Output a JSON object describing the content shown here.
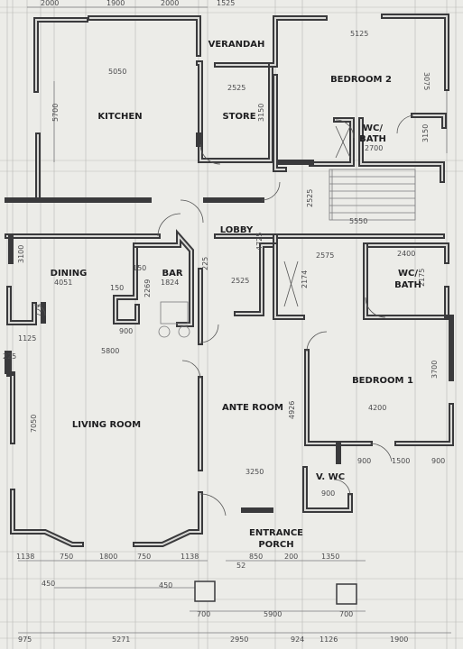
{
  "rooms": {
    "verandah": "VERANDAH",
    "bedroom2": "BEDROOM 2",
    "kitchen": "KITCHEN",
    "store": "STORE",
    "wc_bath_top_1": "WC/",
    "wc_bath_top_2": "BATH",
    "lobby": "LOBBY",
    "dining": "DINING",
    "bar": "BAR",
    "wc_bath_mid_1": "WC/",
    "wc_bath_mid_2": "BATH",
    "bedroom1": "BEDROOM 1",
    "ante_room": "ANTE ROOM",
    "living_room": "LIVING ROOM",
    "v_wc": "V. WC",
    "entrance_porch_1": "ENTRANCE",
    "entrance_porch_2": "PORCH"
  },
  "dims": {
    "top_1": "2000",
    "top_2": "1900",
    "top_3": "2000",
    "top_4": "1525",
    "kitchen_w": "5050",
    "kitchen_h": "5700",
    "bedroom2_w": "5125",
    "bedroom2_h": "3075",
    "store_w": "2525",
    "store_h": "3150",
    "bath_top_w": "2700",
    "bath_top_h": "3150",
    "stair_h": "2525",
    "lobby_w": "5550",
    "lobby_h": "4725",
    "dining_w": "4051",
    "dining_h": "3100",
    "bar_w": "1824",
    "bar_h": "2269",
    "bar_150a": "150",
    "bar_150b": "150",
    "bar_225": "225",
    "dining_725": "725",
    "lobby_2525": "2525",
    "wc_2575": "2575",
    "wc_2400": "2400",
    "wc_2174": "2174",
    "wc_2175": "2175",
    "left_1125": "1125",
    "dim_900a": "900",
    "living_5800": "5800",
    "left_225": "225",
    "bedroom1_w": "4200",
    "bedroom1_h": "3700",
    "living_h": "7050",
    "ante_h": "4926",
    "ante_w": "3250",
    "b1_900a": "900",
    "b1_1500": "1500",
    "b1_900b": "900",
    "vwc_900": "900",
    "bot_1138a": "1138",
    "bot_750a": "750",
    "bot_1800": "1800",
    "bot_750b": "750",
    "bot_1138b": "1138",
    "porch_850": "850",
    "porch_200": "200",
    "porch_1350": "1350",
    "porch_52": "52",
    "row2_450a": "450",
    "row2_450b": "450",
    "row3_700a": "700",
    "row3_5900": "5900",
    "row3_700b": "700",
    "row4_975": "975",
    "row4_5271": "5271",
    "row4_2950": "2950",
    "row4_924": "924",
    "row4_1126": "1126",
    "row4_1900": "1900"
  }
}
